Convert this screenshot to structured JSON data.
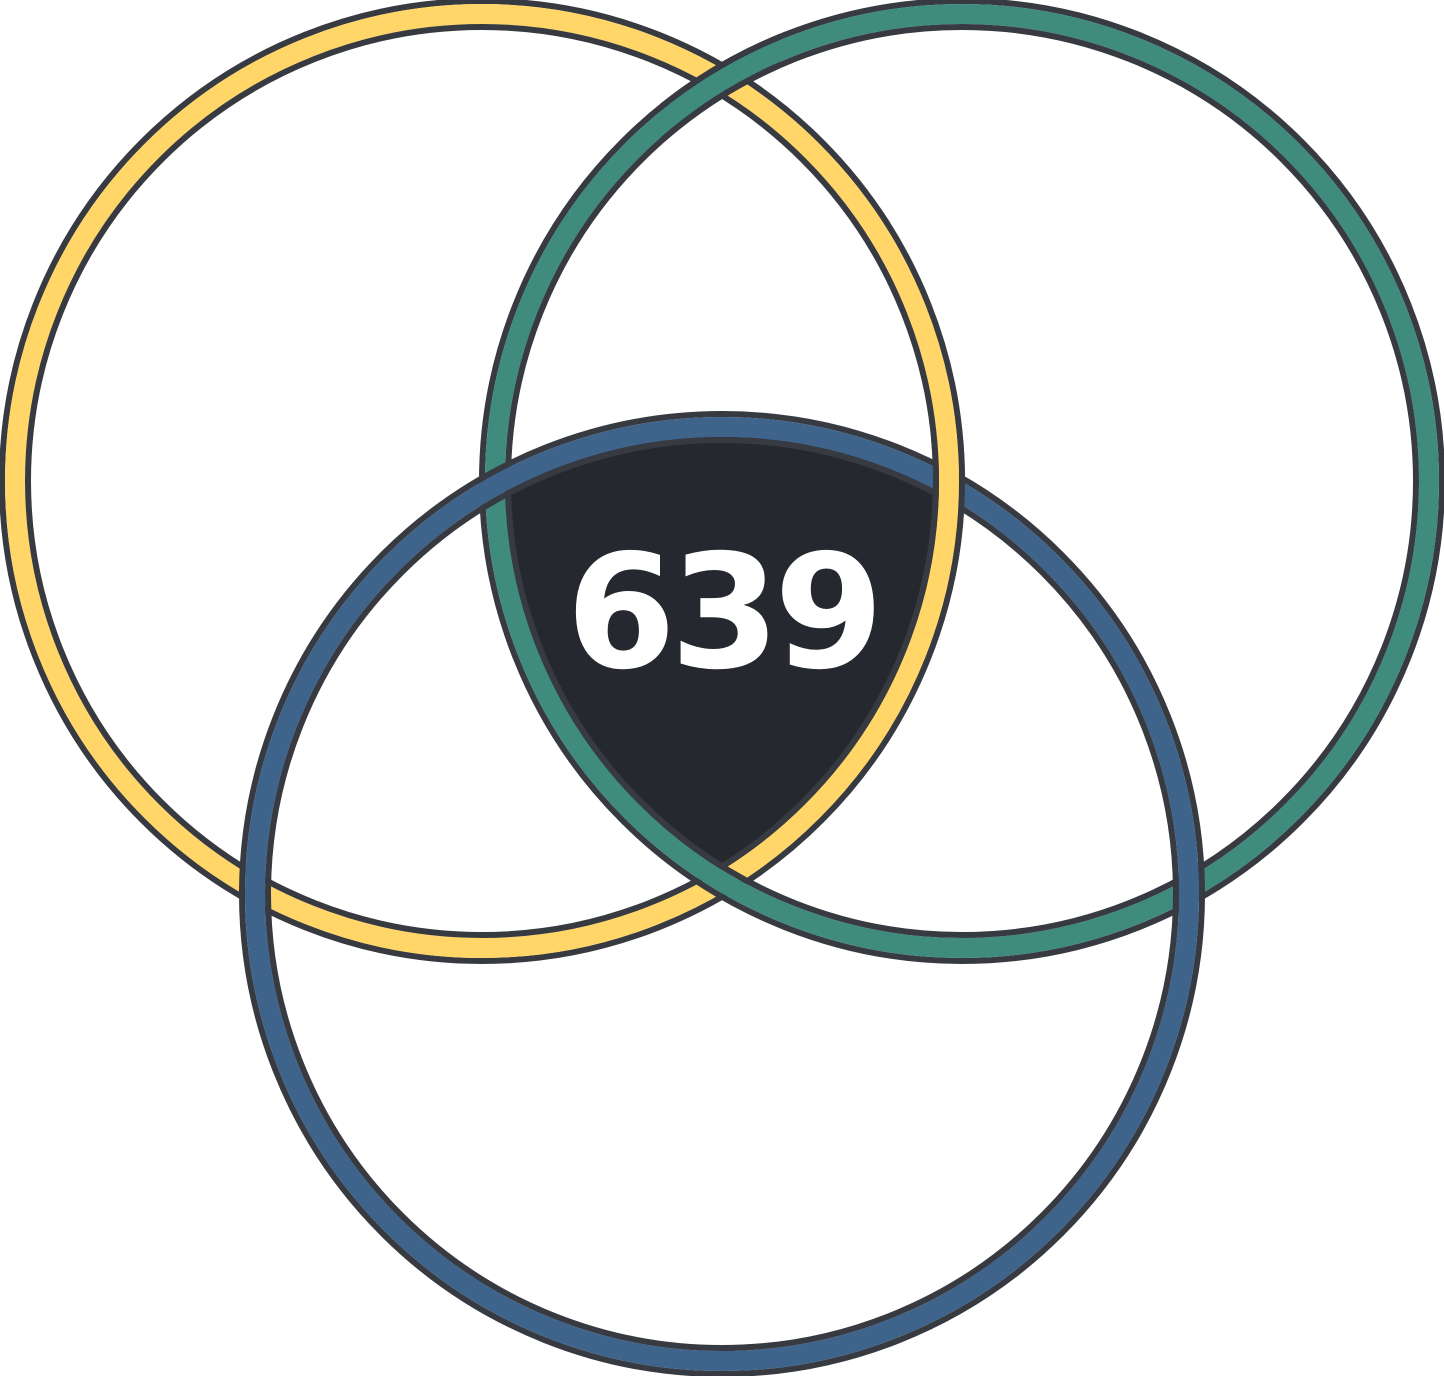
{
  "diagram": {
    "type": "three-circle-venn",
    "logo_text": "639",
    "circles": [
      {
        "id": "yellow",
        "color": "#FFD667"
      },
      {
        "id": "green",
        "color": "#3F8C7E"
      },
      {
        "id": "blue",
        "color": "#3F648C"
      }
    ],
    "outline_color": "#373A40",
    "center_fill": "#262830",
    "logo_color": "#FFFFFF",
    "background": "#FFFFFF"
  }
}
